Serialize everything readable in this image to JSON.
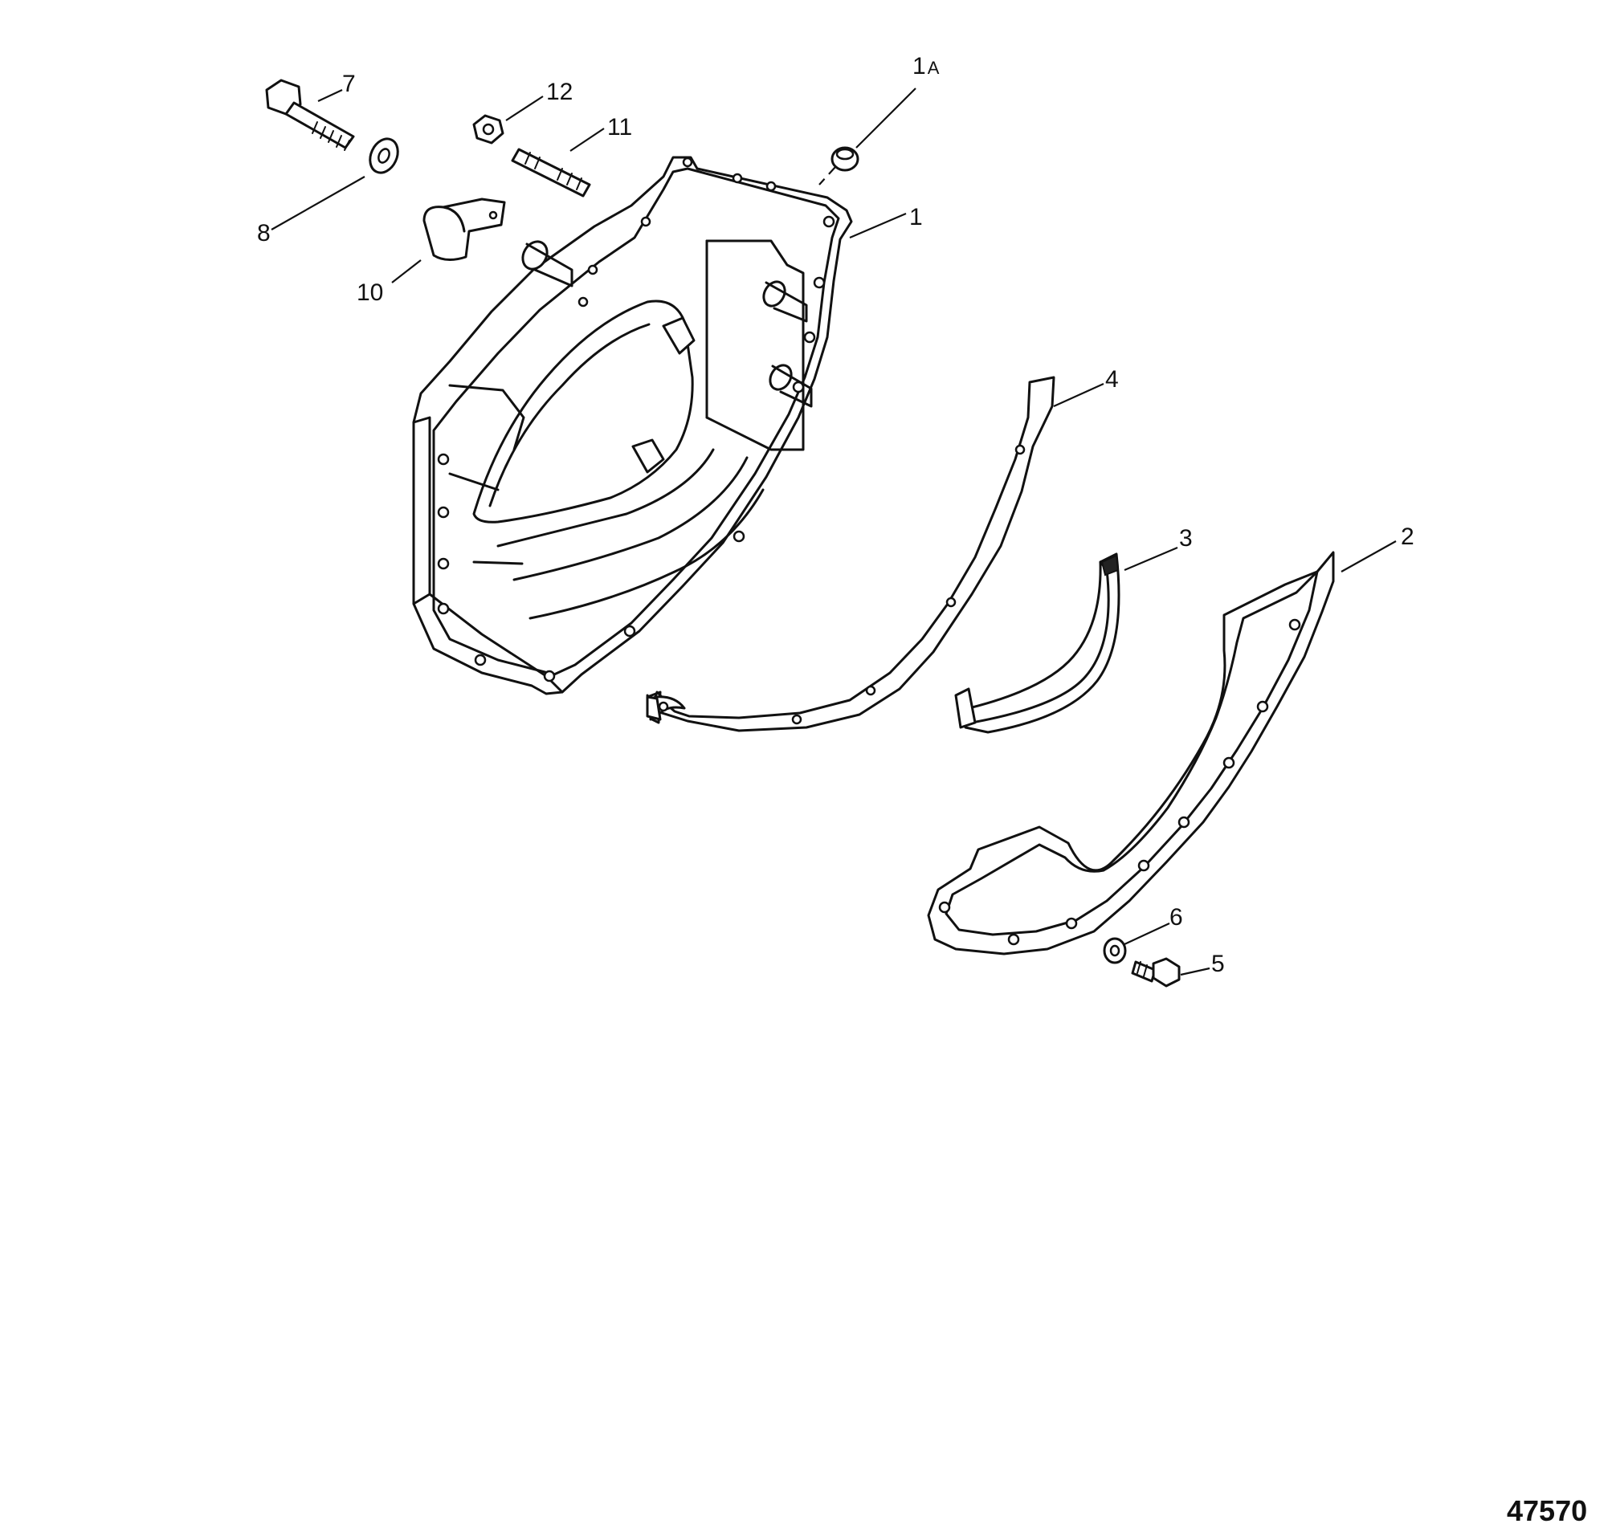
{
  "diagram": {
    "figure_number": "47570",
    "callouts": [
      {
        "id": "1A",
        "main": "1",
        "sub": "A"
      },
      {
        "id": "1",
        "main": "1"
      },
      {
        "id": "2",
        "main": "2"
      },
      {
        "id": "3",
        "main": "3"
      },
      {
        "id": "4",
        "main": "4"
      },
      {
        "id": "5",
        "main": "5"
      },
      {
        "id": "6",
        "main": "6"
      },
      {
        "id": "7",
        "main": "7"
      },
      {
        "id": "8",
        "main": "8"
      },
      {
        "id": "10",
        "main": "10"
      },
      {
        "id": "11",
        "main": "11"
      },
      {
        "id": "12",
        "main": "12"
      }
    ]
  }
}
